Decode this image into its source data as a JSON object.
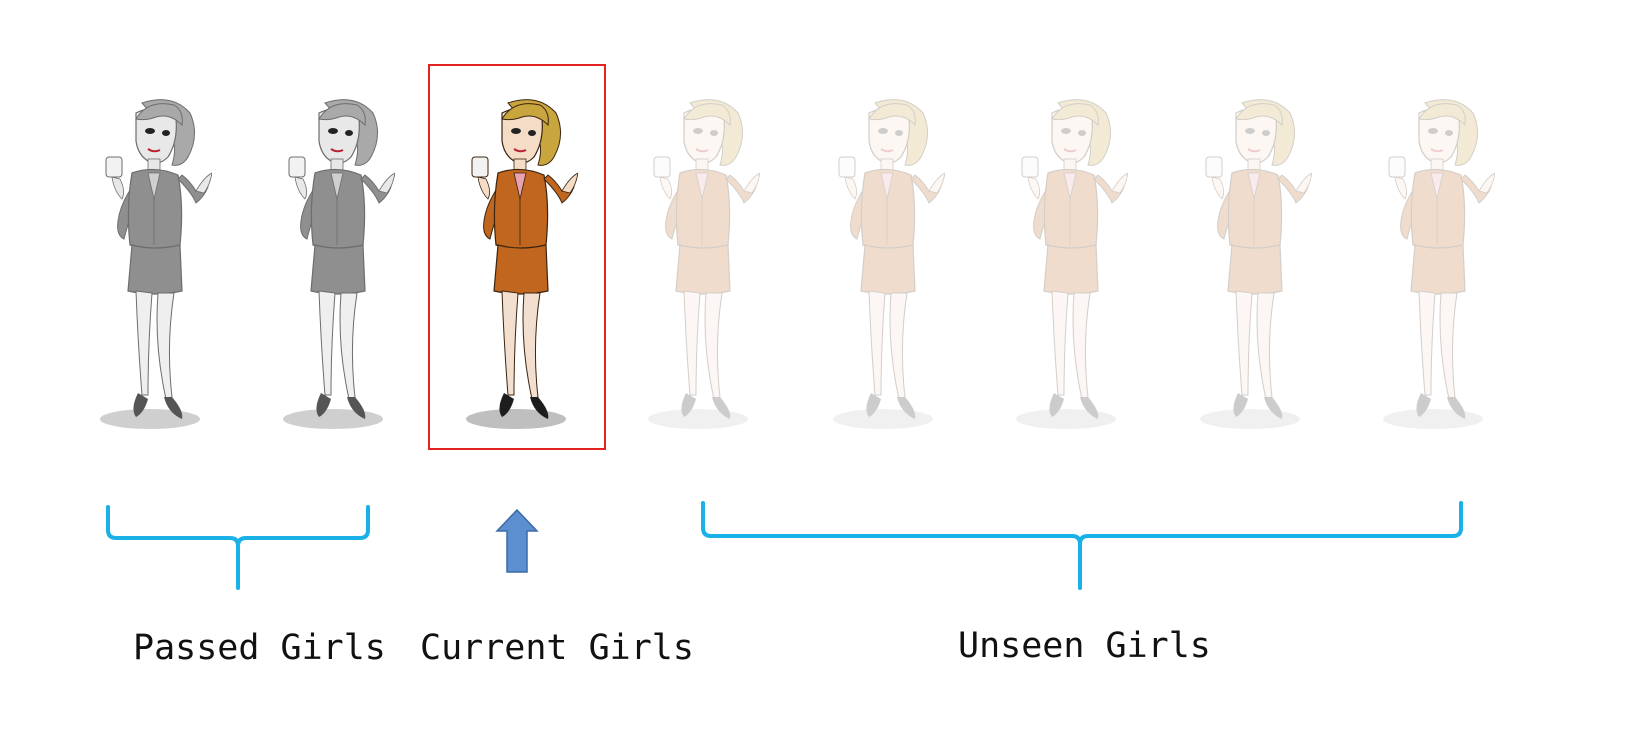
{
  "colors": {
    "frame": "#e32222",
    "brace": "#1ab0e8",
    "arrow_fill": "#5b8fd0",
    "arrow_stroke": "#3c6aa5"
  },
  "groups": {
    "passed": {
      "label": "Passed Girls",
      "state": "passed"
    },
    "current": {
      "label": "Current Girls",
      "state": "current"
    },
    "unseen": {
      "label": "Unseen Girls",
      "state": "unseen"
    }
  }
}
